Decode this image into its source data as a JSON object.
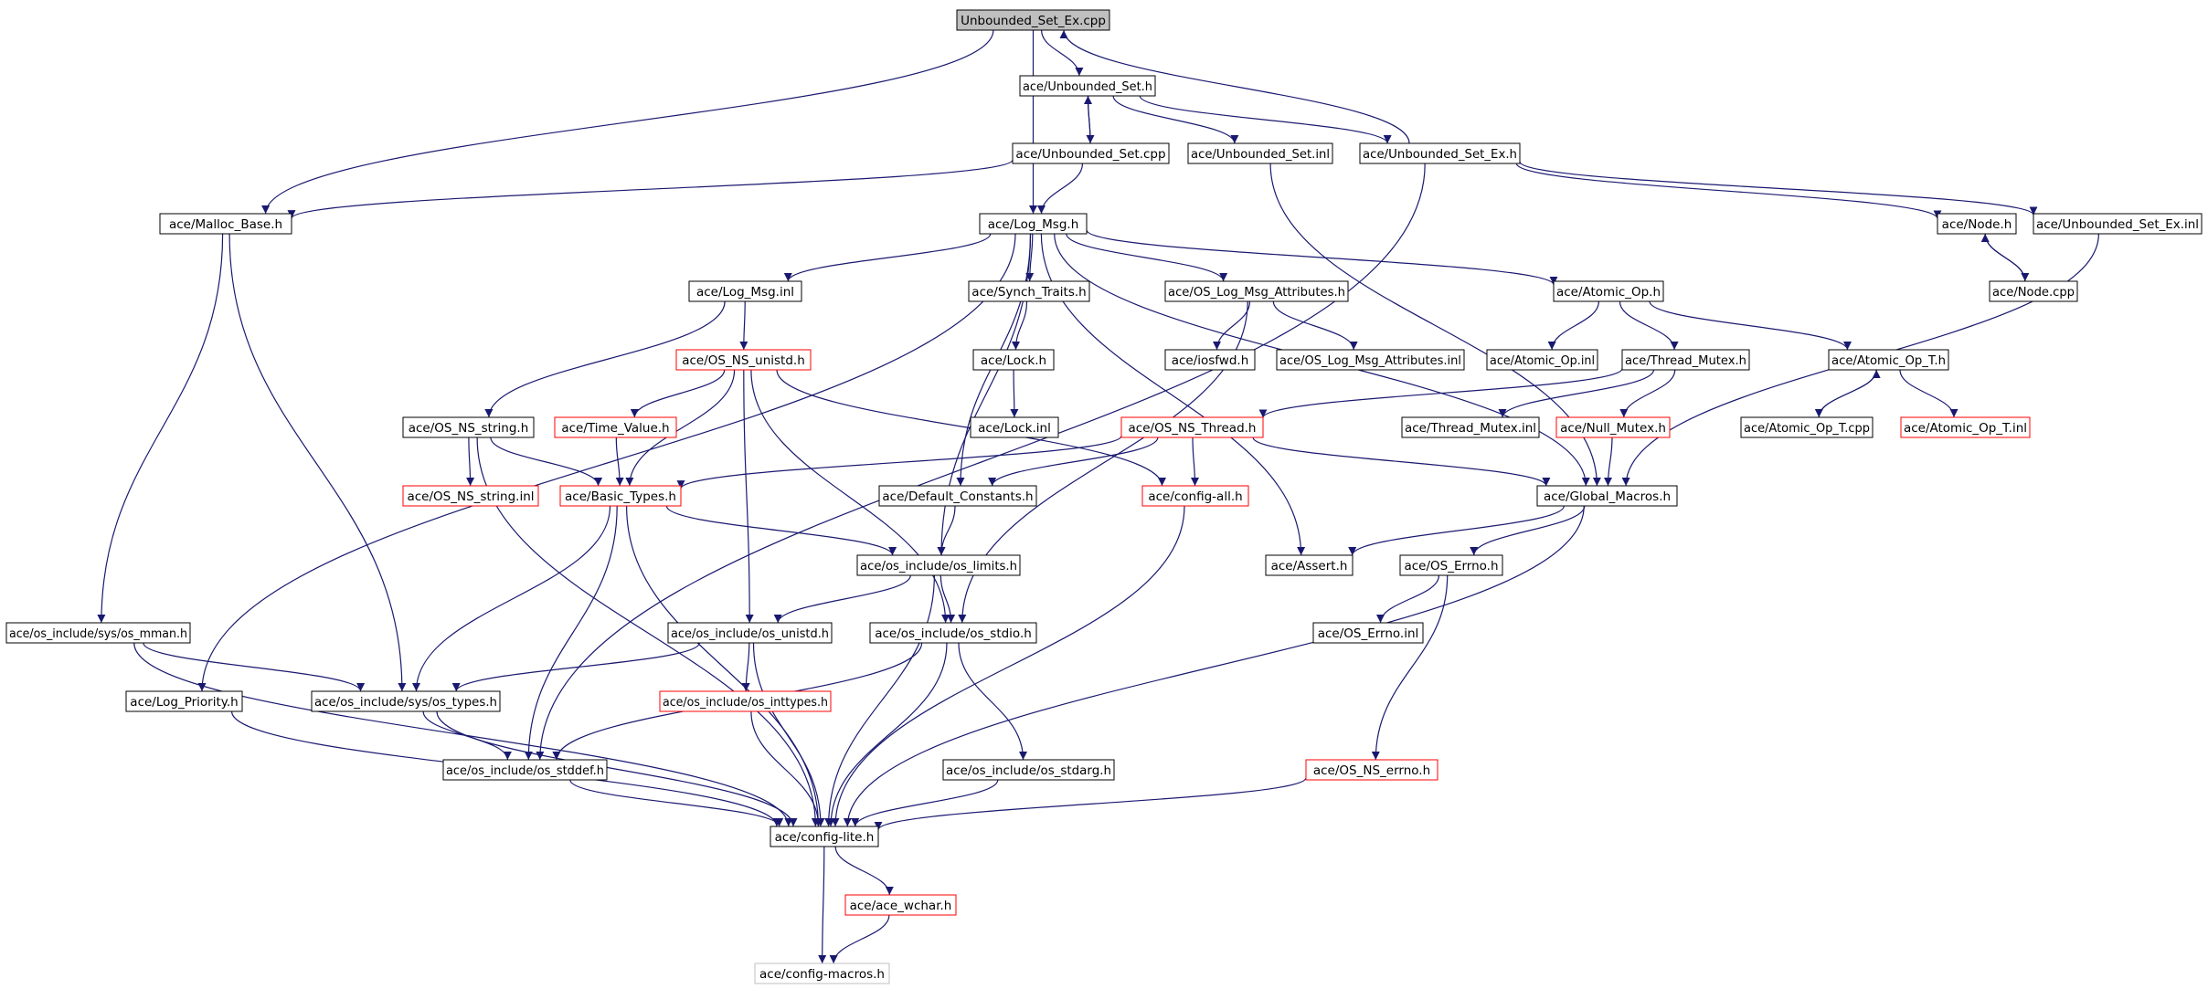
{
  "title": "",
  "colors": {
    "edge": "#191970",
    "border_normal": "#000000",
    "border_truncated": "#ff0000",
    "border_external": "#bfbfbf",
    "fill_root": "#bfbfbf",
    "fill_normal": "#ffffff"
  },
  "nodes": [
    {
      "id": "root",
      "label": "Unbounded_Set_Ex.cpp",
      "kind": "root"
    },
    {
      "id": "useth",
      "label": "ace/Unbounded_Set.h",
      "kind": "normal"
    },
    {
      "id": "usetcpp",
      "label": "ace/Unbounded_Set.cpp",
      "kind": "normal"
    },
    {
      "id": "usetinl",
      "label": "ace/Unbounded_Set.inl",
      "kind": "normal"
    },
    {
      "id": "usetexh",
      "label": "ace/Unbounded_Set_Ex.h",
      "kind": "normal"
    },
    {
      "id": "malloc",
      "label": "ace/Malloc_Base.h",
      "kind": "normal"
    },
    {
      "id": "logmsg",
      "label": "ace/Log_Msg.h",
      "kind": "normal"
    },
    {
      "id": "node",
      "label": "ace/Node.h",
      "kind": "normal"
    },
    {
      "id": "usetexinl",
      "label": "ace/Unbounded_Set_Ex.inl",
      "kind": "normal"
    },
    {
      "id": "logmsginl",
      "label": "ace/Log_Msg.inl",
      "kind": "normal"
    },
    {
      "id": "synch",
      "label": "ace/Synch_Traits.h",
      "kind": "normal"
    },
    {
      "id": "oslogattr",
      "label": "ace/OS_Log_Msg_Attributes.h",
      "kind": "normal"
    },
    {
      "id": "atomic",
      "label": "ace/Atomic_Op.h",
      "kind": "normal"
    },
    {
      "id": "nodecpp",
      "label": "ace/Node.cpp",
      "kind": "normal"
    },
    {
      "id": "osunistd",
      "label": "ace/OS_NS_unistd.h",
      "kind": "truncated"
    },
    {
      "id": "lockh",
      "label": "ace/Lock.h",
      "kind": "normal"
    },
    {
      "id": "iosfwd",
      "label": "ace/iosfwd.h",
      "kind": "normal"
    },
    {
      "id": "oslogattrinl",
      "label": "ace/OS_Log_Msg_Attributes.inl",
      "kind": "normal"
    },
    {
      "id": "atomicinl",
      "label": "ace/Atomic_Op.inl",
      "kind": "normal"
    },
    {
      "id": "thmutex",
      "label": "ace/Thread_Mutex.h",
      "kind": "normal"
    },
    {
      "id": "atomict",
      "label": "ace/Atomic_Op_T.h",
      "kind": "normal"
    },
    {
      "id": "osstring",
      "label": "ace/OS_NS_string.h",
      "kind": "normal"
    },
    {
      "id": "timevalue",
      "label": "ace/Time_Value.h",
      "kind": "truncated"
    },
    {
      "id": "lockinl",
      "label": "ace/Lock.inl",
      "kind": "normal"
    },
    {
      "id": "osthread",
      "label": "ace/OS_NS_Thread.h",
      "kind": "truncated"
    },
    {
      "id": "thmutexinl",
      "label": "ace/Thread_Mutex.inl",
      "kind": "normal"
    },
    {
      "id": "nullmutex",
      "label": "ace/Null_Mutex.h",
      "kind": "truncated"
    },
    {
      "id": "atomictcpp",
      "label": "ace/Atomic_Op_T.cpp",
      "kind": "normal"
    },
    {
      "id": "atomictinl",
      "label": "ace/Atomic_Op_T.inl",
      "kind": "truncated"
    },
    {
      "id": "osstringinl",
      "label": "ace/OS_NS_string.inl",
      "kind": "truncated"
    },
    {
      "id": "basictypes",
      "label": "ace/Basic_Types.h",
      "kind": "truncated"
    },
    {
      "id": "defconst",
      "label": "ace/Default_Constants.h",
      "kind": "normal"
    },
    {
      "id": "configall",
      "label": "ace/config-all.h",
      "kind": "truncated"
    },
    {
      "id": "globalmacros",
      "label": "ace/Global_Macros.h",
      "kind": "normal"
    },
    {
      "id": "oslimits",
      "label": "ace/os_include/os_limits.h",
      "kind": "normal"
    },
    {
      "id": "asserth",
      "label": "ace/Assert.h",
      "kind": "normal"
    },
    {
      "id": "oserrno",
      "label": "ace/OS_Errno.h",
      "kind": "normal"
    },
    {
      "id": "osmman",
      "label": "ace/os_include/sys/os_mman.h",
      "kind": "normal"
    },
    {
      "id": "osunistdinc",
      "label": "ace/os_include/os_unistd.h",
      "kind": "normal"
    },
    {
      "id": "osstdio",
      "label": "ace/os_include/os_stdio.h",
      "kind": "normal"
    },
    {
      "id": "oserrnoinl",
      "label": "ace/OS_Errno.inl",
      "kind": "normal"
    },
    {
      "id": "logprio",
      "label": "ace/Log_Priority.h",
      "kind": "normal"
    },
    {
      "id": "systypes",
      "label": "ace/os_include/sys/os_types.h",
      "kind": "normal"
    },
    {
      "id": "osinttypes",
      "label": "ace/os_include/os_inttypes.h",
      "kind": "truncated"
    },
    {
      "id": "osstddef",
      "label": "ace/os_include/os_stddef.h",
      "kind": "normal"
    },
    {
      "id": "osstdarg",
      "label": "ace/os_include/os_stdarg.h",
      "kind": "normal"
    },
    {
      "id": "osnserrno",
      "label": "ace/OS_NS_errno.h",
      "kind": "truncated"
    },
    {
      "id": "configlite",
      "label": "ace/config-lite.h",
      "kind": "normal"
    },
    {
      "id": "acewchar",
      "label": "ace/ace_wchar.h",
      "kind": "truncated"
    },
    {
      "id": "configmacros",
      "label": "ace/config-macros.h",
      "kind": "external"
    }
  ],
  "edges": [
    [
      "root",
      "useth"
    ],
    [
      "root",
      "malloc"
    ],
    [
      "root",
      "logmsg"
    ],
    [
      "useth",
      "usetcpp"
    ],
    [
      "usetcpp",
      "useth"
    ],
    [
      "useth",
      "usetinl"
    ],
    [
      "useth",
      "usetexh"
    ],
    [
      "usetexh",
      "root"
    ],
    [
      "usetcpp",
      "malloc"
    ],
    [
      "usetcpp",
      "logmsg"
    ],
    [
      "usetinl",
      "globalmacros"
    ],
    [
      "usetexh",
      "node"
    ],
    [
      "usetexh",
      "usetexinl"
    ],
    [
      "usetexh",
      "osstddef"
    ],
    [
      "usetexinl",
      "globalmacros"
    ],
    [
      "node",
      "nodecpp"
    ],
    [
      "nodecpp",
      "node"
    ],
    [
      "malloc",
      "osmman"
    ],
    [
      "malloc",
      "systypes"
    ],
    [
      "logmsg",
      "logmsginl"
    ],
    [
      "logmsg",
      "synch"
    ],
    [
      "logmsg",
      "oslogattr"
    ],
    [
      "logmsg",
      "atomic"
    ],
    [
      "logmsg",
      "logprio"
    ],
    [
      "logmsg",
      "defconst"
    ],
    [
      "logmsg",
      "oslimits"
    ],
    [
      "logmsg",
      "asserth"
    ],
    [
      "logmsg",
      "globalmacros"
    ],
    [
      "logmsginl",
      "osunistd"
    ],
    [
      "logmsginl",
      "osstring"
    ],
    [
      "synch",
      "lockh"
    ],
    [
      "lockh",
      "lockinl"
    ],
    [
      "oslogattr",
      "iosfwd"
    ],
    [
      "oslogattr",
      "oslogattrinl"
    ],
    [
      "oslogattr",
      "osstdio"
    ],
    [
      "atomic",
      "atomicinl"
    ],
    [
      "atomic",
      "thmutex"
    ],
    [
      "atomic",
      "atomict"
    ],
    [
      "thmutex",
      "thmutexinl"
    ],
    [
      "thmutex",
      "nullmutex"
    ],
    [
      "thmutex",
      "osthread"
    ],
    [
      "atomict",
      "atomictcpp"
    ],
    [
      "atomictcpp",
      "atomict"
    ],
    [
      "atomict",
      "atomictinl"
    ],
    [
      "nullmutex",
      "globalmacros"
    ],
    [
      "osunistd",
      "timevalue"
    ],
    [
      "osunistd",
      "basictypes"
    ],
    [
      "osunistd",
      "configall"
    ],
    [
      "osunistd",
      "osunistdinc"
    ],
    [
      "osunistd",
      "osstdio"
    ],
    [
      "osstring",
      "osstringinl"
    ],
    [
      "osstring",
      "basictypes"
    ],
    [
      "osstring",
      "configlite"
    ],
    [
      "timevalue",
      "basictypes"
    ],
    [
      "osthread",
      "basictypes"
    ],
    [
      "osthread",
      "defconst"
    ],
    [
      "osthread",
      "configall"
    ],
    [
      "osthread",
      "globalmacros"
    ],
    [
      "basictypes",
      "oslimits"
    ],
    [
      "basictypes",
      "systypes"
    ],
    [
      "basictypes",
      "osstddef"
    ],
    [
      "basictypes",
      "configlite"
    ],
    [
      "defconst",
      "oslimits"
    ],
    [
      "configall",
      "configlite"
    ],
    [
      "globalmacros",
      "asserth"
    ],
    [
      "globalmacros",
      "oserrno"
    ],
    [
      "globalmacros",
      "configlite"
    ],
    [
      "oslimits",
      "osunistdinc"
    ],
    [
      "oslimits",
      "osstdio"
    ],
    [
      "oslimits",
      "configlite"
    ],
    [
      "oserrno",
      "oserrnoinl"
    ],
    [
      "oserrno",
      "osnserrno"
    ],
    [
      "osmman",
      "systypes"
    ],
    [
      "osmman",
      "configlite"
    ],
    [
      "osunistdinc",
      "systypes"
    ],
    [
      "osunistdinc",
      "osinttypes"
    ],
    [
      "osunistdinc",
      "configlite"
    ],
    [
      "osstdio",
      "osstddef"
    ],
    [
      "osstdio",
      "osstdarg"
    ],
    [
      "osstdio",
      "configlite"
    ],
    [
      "logprio",
      "configlite"
    ],
    [
      "systypes",
      "osstddef"
    ],
    [
      "systypes",
      "configlite"
    ],
    [
      "osinttypes",
      "configlite"
    ],
    [
      "osstddef",
      "configlite"
    ],
    [
      "osstdarg",
      "configlite"
    ],
    [
      "osnserrno",
      "configlite"
    ],
    [
      "configlite",
      "acewchar"
    ],
    [
      "configlite",
      "configmacros"
    ],
    [
      "acewchar",
      "configmacros"
    ]
  ]
}
